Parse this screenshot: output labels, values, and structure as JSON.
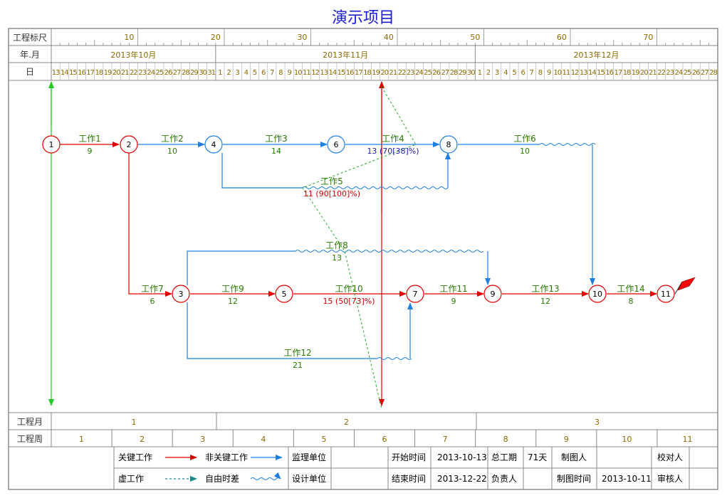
{
  "title": "演示项目",
  "header": {
    "scale_label": "工程标尺",
    "month_label": "年.月",
    "day_label": "日",
    "scale_ticks": [
      "10",
      "20",
      "30",
      "40",
      "50",
      "60",
      "70"
    ],
    "months": [
      "2013年10月",
      "2013年11月",
      "2013年12月"
    ],
    "days": [
      "13",
      "14",
      "15",
      "16",
      "17",
      "18",
      "19",
      "20",
      "21",
      "22",
      "23",
      "24",
      "25",
      "26",
      "27",
      "28",
      "29",
      "30",
      "31",
      "1",
      "2",
      "3",
      "4",
      "5",
      "6",
      "7",
      "8",
      "9",
      "10",
      "11",
      "12",
      "13",
      "14",
      "15",
      "16",
      "17",
      "18",
      "19",
      "20",
      "21",
      "22",
      "23",
      "24",
      "25",
      "26",
      "27",
      "28",
      "29",
      "30",
      "1",
      "2",
      "3",
      "4",
      "5",
      "6",
      "7",
      "8",
      "9",
      "10",
      "11",
      "12",
      "13",
      "14",
      "15",
      "16",
      "17",
      "18",
      "19",
      "20",
      "21",
      "22",
      "23",
      "24",
      "25",
      "26",
      "27",
      "28"
    ]
  },
  "footer": {
    "project_month_label": "工程月",
    "project_months": [
      "1",
      "2",
      "3"
    ],
    "project_week_label": "工程周",
    "project_weeks": [
      "1",
      "2",
      "3",
      "4",
      "5",
      "6",
      "7",
      "8",
      "9",
      "10",
      "11"
    ]
  },
  "legend": {
    "critical": "关键工作",
    "noncritical": "非关键工作",
    "supervisor": "监理单位",
    "dummy": "虚工作",
    "free_float": "自由时差",
    "designer": "设计单位"
  },
  "info": {
    "start_label": "开始时间",
    "start_value": "2013-10-13",
    "duration_label": "总工期",
    "duration_value": "71天",
    "drafter_label": "制图人",
    "checker_label": "校对人",
    "end_label": "结束时间",
    "end_value": "2013-12-22",
    "owner_label": "负责人",
    "draw_time_label": "制图时间",
    "draw_time_value": "2013-10-11",
    "reviewer_label": "审核人"
  },
  "colors": {
    "critical": "#e00000",
    "noncritical": "#1e7fe0",
    "label_green": "#2a7a00",
    "header_text": "#8a6a00",
    "title": "#1a1ad0",
    "grid": "#888888",
    "node_red": "#e00000",
    "node_blue": "#1e7fe0",
    "green_line": "#22cc22",
    "dashed": "#22aa22"
  },
  "nodes": [
    {
      "id": "1",
      "type": "critical"
    },
    {
      "id": "2",
      "type": "critical"
    },
    {
      "id": "4",
      "type": "noncritical"
    },
    {
      "id": "6",
      "type": "noncritical"
    },
    {
      "id": "8",
      "type": "noncritical"
    },
    {
      "id": "3",
      "type": "critical"
    },
    {
      "id": "5",
      "type": "critical"
    },
    {
      "id": "7",
      "type": "critical"
    },
    {
      "id": "9",
      "type": "critical"
    },
    {
      "id": "10",
      "type": "critical"
    },
    {
      "id": "11",
      "type": "critical"
    }
  ],
  "tasks": [
    {
      "name": "工作1",
      "duration": "9",
      "color": "label_green"
    },
    {
      "name": "工作2",
      "duration": "10",
      "color": "label_green"
    },
    {
      "name": "工作3",
      "duration": "14",
      "color": "label_green"
    },
    {
      "name": "工作4",
      "duration": "13 (70[38]%)",
      "color": "blue_text"
    },
    {
      "name": "工作6",
      "duration": "10",
      "color": "label_green"
    },
    {
      "name": "工作5",
      "duration": "11 (90[100]%)",
      "color": "red_text"
    },
    {
      "name": "工作8",
      "duration": "13",
      "color": "label_green"
    },
    {
      "name": "工作7",
      "duration": "6",
      "color": "label_green"
    },
    {
      "name": "工作9",
      "duration": "12",
      "color": "label_green"
    },
    {
      "name": "工作10",
      "duration": "15 (50[73]%)",
      "color": "red_text"
    },
    {
      "name": "工作11",
      "duration": "9",
      "color": "label_green"
    },
    {
      "name": "工作13",
      "duration": "12",
      "color": "label_green"
    },
    {
      "name": "工作14",
      "duration": "8",
      "color": "label_green"
    },
    {
      "name": "工作12",
      "duration": "21",
      "color": "label_green"
    }
  ]
}
